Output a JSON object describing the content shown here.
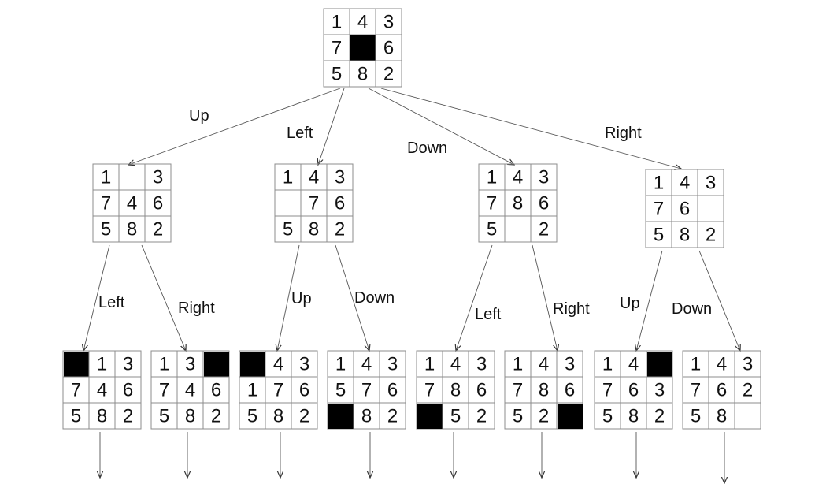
{
  "colors": {
    "blank_fill": "#000000",
    "grid_stroke": "#8c8c8c",
    "edge_stroke": "#555555",
    "text": "#111111"
  },
  "root": {
    "cells": [
      "1",
      "4",
      "3",
      "7",
      "",
      "6",
      "5",
      "8",
      "2"
    ],
    "blank": 4,
    "filled": true
  },
  "level1": [
    {
      "move": "Up",
      "cells": [
        "1",
        "",
        "3",
        "7",
        "4",
        "6",
        "5",
        "8",
        "2"
      ],
      "blank": 1,
      "filled": false
    },
    {
      "move": "Left",
      "cells": [
        "1",
        "4",
        "3",
        "",
        "7",
        "6",
        "5",
        "8",
        "2"
      ],
      "blank": 3,
      "filled": false
    },
    {
      "move": "Down",
      "cells": [
        "1",
        "4",
        "3",
        "7",
        "8",
        "6",
        "5",
        "",
        "2"
      ],
      "blank": 7,
      "filled": false
    },
    {
      "move": "Right",
      "cells": [
        "1",
        "4",
        "3",
        "7",
        "6",
        "",
        "5",
        "8",
        "2"
      ],
      "blank": 5,
      "filled": false
    }
  ],
  "level2": [
    {
      "move": "Left",
      "cells": [
        "",
        "1",
        "3",
        "7",
        "4",
        "6",
        "5",
        "8",
        "2"
      ],
      "blank": 0,
      "filled": true
    },
    {
      "move": "Right",
      "cells": [
        "1",
        "3",
        "",
        "7",
        "4",
        "6",
        "5",
        "8",
        "2"
      ],
      "blank": 2,
      "filled": true
    },
    {
      "move": "Up",
      "cells": [
        "",
        "4",
        "3",
        "1",
        "7",
        "6",
        "5",
        "8",
        "2"
      ],
      "blank": 0,
      "filled": true
    },
    {
      "move": "Down",
      "cells": [
        "1",
        "4",
        "3",
        "5",
        "7",
        "6",
        "",
        "8",
        "2"
      ],
      "blank": 6,
      "filled": true
    },
    {
      "move": "Left",
      "cells": [
        "1",
        "4",
        "3",
        "7",
        "8",
        "6",
        "",
        "5",
        "2"
      ],
      "blank": 6,
      "filled": true
    },
    {
      "move": "Right",
      "cells": [
        "1",
        "4",
        "3",
        "7",
        "8",
        "6",
        "5",
        "2",
        ""
      ],
      "blank": 8,
      "filled": true
    },
    {
      "move": "Up",
      "cells": [
        "1",
        "4",
        "",
        "7",
        "6",
        "3",
        "5",
        "8",
        "2"
      ],
      "blank": 2,
      "filled": true
    },
    {
      "move": "Down",
      "cells": [
        "1",
        "4",
        "3",
        "7",
        "6",
        "2",
        "5",
        "8",
        ""
      ],
      "blank": 8,
      "filled": false
    }
  ]
}
